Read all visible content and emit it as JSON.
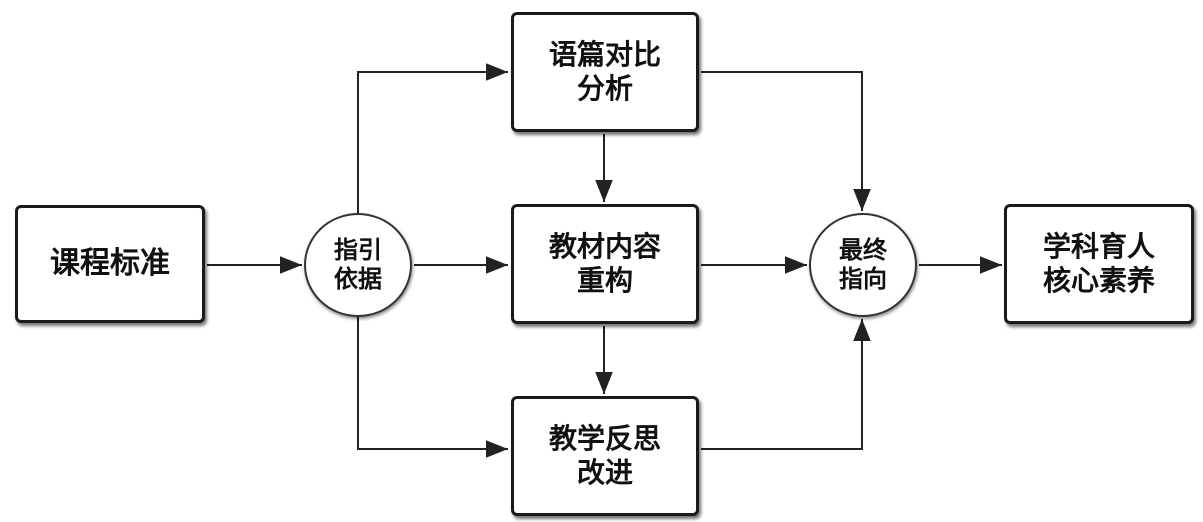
{
  "nodes": {
    "standard": [
      "课程标准"
    ],
    "guide": [
      "指引",
      "依据"
    ],
    "compare": [
      "语篇对比",
      "分析"
    ],
    "restruct": [
      "教材内容",
      "重构"
    ],
    "reflect": [
      "教学反思",
      "改进"
    ],
    "goal": [
      "最终",
      "指向"
    ],
    "literacy": [
      "学科育人",
      "核心素养"
    ]
  },
  "edges": [
    [
      "课程标准",
      "指引依据"
    ],
    [
      "指引依据",
      "语篇对比分析"
    ],
    [
      "指引依据",
      "教材内容重构"
    ],
    [
      "指引依据",
      "教学反思改进"
    ],
    [
      "语篇对比分析",
      "教材内容重构"
    ],
    [
      "教材内容重构",
      "教学反思改进"
    ],
    [
      "语篇对比分析",
      "最终指向"
    ],
    [
      "教材内容重构",
      "最终指向"
    ],
    [
      "教学反思改进",
      "最终指向"
    ],
    [
      "最终指向",
      "学科育人核心素养"
    ]
  ]
}
